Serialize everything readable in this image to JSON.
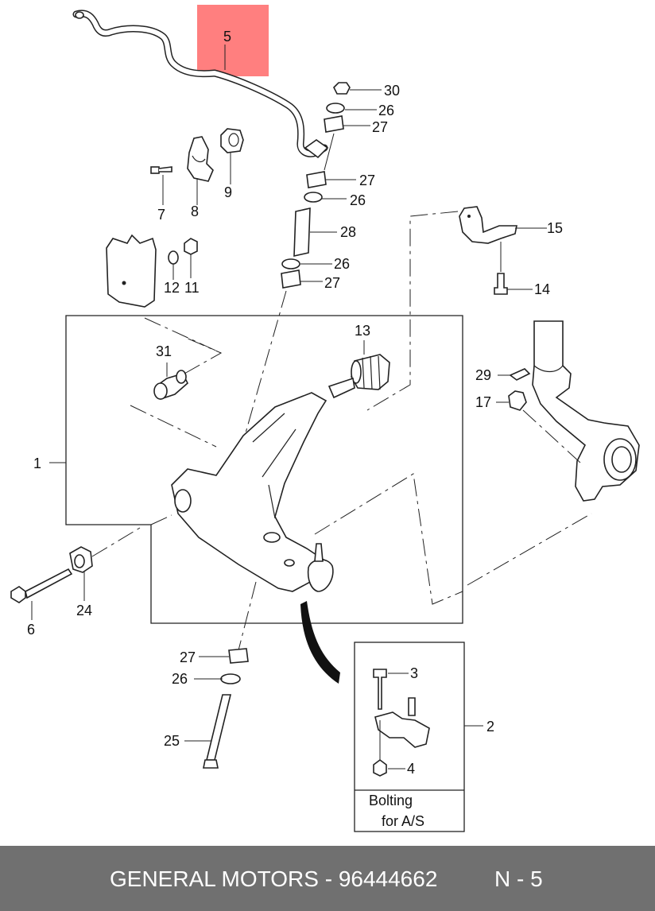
{
  "highlight": {
    "label": "5",
    "color": "#ff7f7f"
  },
  "callouts": {
    "c1": "1",
    "c2": "2",
    "c3": "3",
    "c4": "4",
    "c6": "6",
    "c7": "7",
    "c8": "8",
    "c9": "9",
    "c11": "11",
    "c12": "12",
    "c13": "13",
    "c14": "14",
    "c15": "15",
    "c17": "17",
    "c24": "24",
    "c25": "25",
    "c26a": "26",
    "c26b": "26",
    "c26c": "26",
    "c26d": "26",
    "c27a": "27",
    "c27b": "27",
    "c27c": "27",
    "c27d": "27",
    "c28": "28",
    "c29": "29",
    "c30": "30",
    "c31": "31"
  },
  "inset": {
    "line1": "Bolting",
    "line2": "for  A/S"
  },
  "footer": {
    "title": "GENERAL MOTORS - 96444662",
    "page": "N - 5"
  }
}
